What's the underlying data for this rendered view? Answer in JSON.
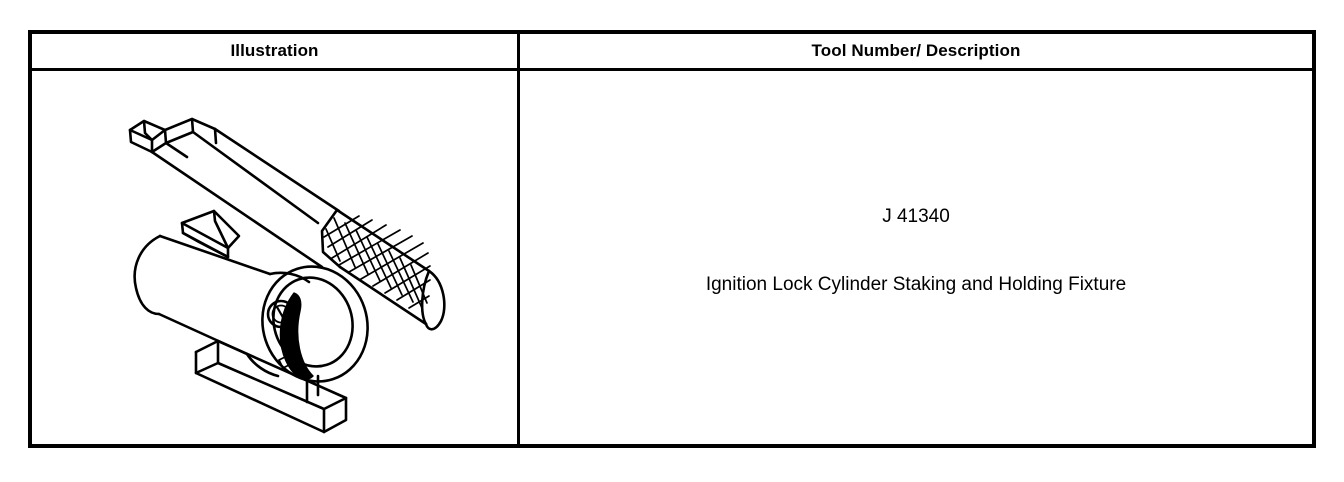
{
  "document": {
    "type": "special-tools-table",
    "background_color": "#ffffff",
    "line_color": "#000000"
  },
  "table": {
    "columns": [
      {
        "id": "illustration",
        "header": "Illustration"
      },
      {
        "id": "description",
        "header": "Tool Number/ Description"
      }
    ],
    "rows": [
      {
        "illustration": {
          "icon_name": "ignition-lock-cylinder-staking-fixture-illustration",
          "parts": [
            "tapered staking punch with knurled diamond-pattern handle and rounded end cap",
            "cylindrical holding fixture body with keyway slot on top",
            "slotted set screw on fixture side",
            "open elliptical bore with shadowed interior",
            "rectangular mounting base flange"
          ]
        },
        "tool_number": "J 41340",
        "tool_description": "Ignition Lock Cylinder Staking and Holding Fixture"
      }
    ]
  }
}
